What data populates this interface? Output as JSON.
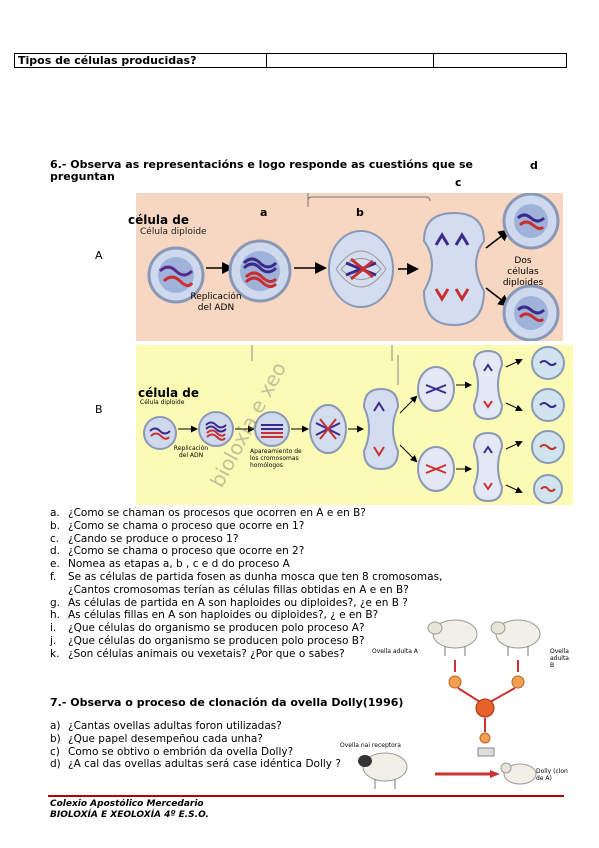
{
  "table": {
    "row_label": "Tipos de células producidas?"
  },
  "q6": {
    "heading": "6.- Observa as representacións e logo responde as cuestións que se preguntan",
    "row_a": "A",
    "row_b": "B",
    "label_a": "a",
    "label_b": "b",
    "label_c": "c",
    "label_d": "d",
    "cell_type_a": "célula de",
    "diploid_cell": "Célula diploide",
    "dna_replication": "Replicación del ADN",
    "two_diploid": "Dos células diploides",
    "cell_type_b": "célula de",
    "diploid_cell_b": "Célula diploide",
    "dna_replication_b": "Replicación del ADN",
    "homologous_pairing": "Apareamiento de los cromosomas homólogos",
    "questions": [
      {
        "k": "a.",
        "t": "¿Como se chaman os procesos que ocorren en A e en B?"
      },
      {
        "k": "b.",
        "t": "¿Como se chama o proceso que ocorre en 1?"
      },
      {
        "k": "c.",
        "t": "¿Cando se produce o proceso 1?"
      },
      {
        "k": "d.",
        "t": "¿Como se chama o proceso que ocorre en 2?"
      },
      {
        "k": "e.",
        "t": "Nomea as etapas a, b , c e d do proceso A"
      },
      {
        "k": "f.",
        "t": "Se as células de partida fosen as dunha mosca que ten 8 cromosomas, ¿Cantos cromosomas terían as células fillas obtidas en A e en B?"
      },
      {
        "k": "g.",
        "t": "As células de partida en A son haploides ou diploides?, ¿e en B ?"
      },
      {
        "k": "h.",
        "t": "As células fillas en A son haploides ou diploides?, ¿ e en B?"
      },
      {
        "k": "i.",
        "t": "¿Que células do organismo se producen polo proceso A?"
      },
      {
        "k": "j.",
        "t": "¿Que células do organismo se producen polo proceso B?"
      },
      {
        "k": "k.",
        "t": "¿Son células animais ou vexetais? ¿Por que o sabes?"
      }
    ]
  },
  "q7": {
    "heading": "7.- Observa o proceso de clonación da ovella Dolly(1996)",
    "questions": [
      {
        "k": "a)",
        "t": "¿Cantas ovellas adultas foron utilizadas?"
      },
      {
        "k": "b)",
        "t": "¿Que papel desempeñou cada unha?"
      },
      {
        "k": "c)",
        "t": "Como se obtivo o embrión da ovella Dolly?"
      },
      {
        "k": "d)",
        "t": "¿A cal das ovellas adultas será case idéntica Dolly ?"
      }
    ],
    "diagram": {
      "sheep_a": "Ovella adulta A",
      "sheep_b": "Ovella adulta B",
      "sheep_c": "Ovella nai receptora",
      "dolly": "Dolly (clon de A)"
    }
  },
  "footer": {
    "line1": "Colexio Apostólico Mercedario",
    "line2": "BIOLOXÍA E XEOLOXÍA 4º E.S.O."
  },
  "watermark": "bioloxia e xeo"
}
